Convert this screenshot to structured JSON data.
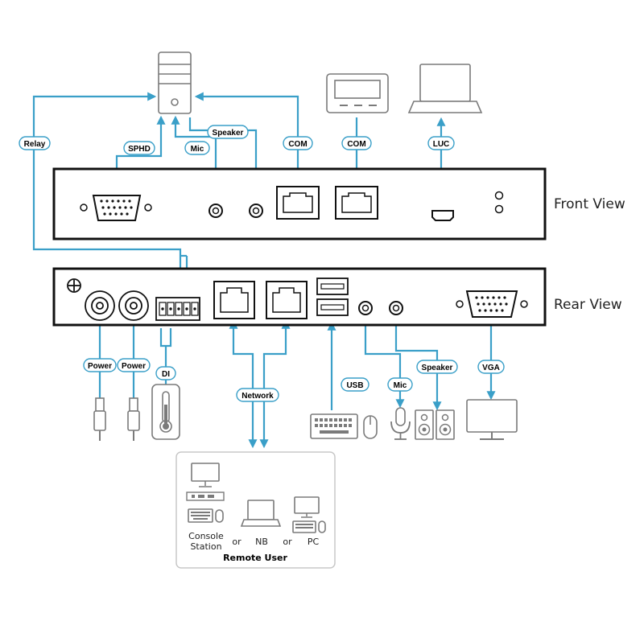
{
  "views": {
    "front": "Front View",
    "rear": "Rear View"
  },
  "labels": {
    "relay": "Relay",
    "sphd": "SPHD",
    "mic_front": "Mic",
    "speaker_front": "Speaker",
    "com_1": "COM",
    "com_2": "COM",
    "luc": "LUC",
    "power_1": "Power",
    "power_2": "Power",
    "di": "DI",
    "network": "Network",
    "usb": "USB",
    "mic_rear": "Mic",
    "speaker_rear": "Speaker",
    "vga": "VGA"
  },
  "remote": {
    "console_line1": "Console",
    "console_line2": "Station",
    "or_1": "or",
    "nb": "NB",
    "or_2": "or",
    "pc": "PC",
    "title": "Remote User"
  },
  "colors": {
    "wire": "#3a9fc8",
    "device": "#7a7a7a",
    "panel_border": "#111111"
  }
}
